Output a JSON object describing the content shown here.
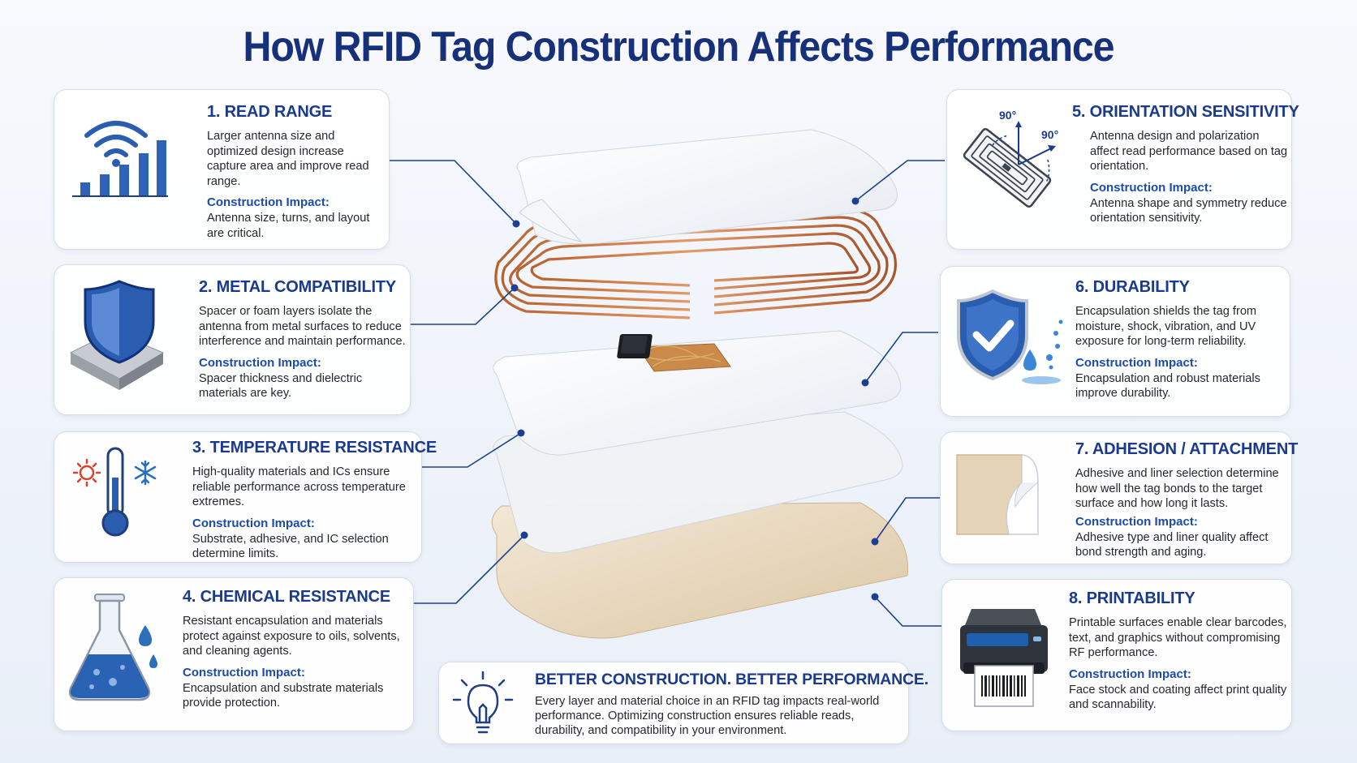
{
  "title": "How RFID Tag Construction Affects Performance",
  "impact_label": "Construction Impact:",
  "cards": [
    {
      "heading": "1. READ RANGE",
      "body": "Larger antenna size and optimized design increase capture area and improve read range.",
      "impact": "Antenna size, turns, and layout are critical.",
      "icon": "signal-bars-icon"
    },
    {
      "heading": "2. METAL COMPATIBILITY",
      "body": "Spacer or foam layers isolate the antenna from metal surfaces to reduce interference and maintain performance.",
      "impact": "Spacer thickness and dielectric materials are key.",
      "icon": "shield-on-metal-icon"
    },
    {
      "heading": "3. TEMPERATURE RESISTANCE",
      "body": "High-quality materials and ICs ensure reliable performance across temperature extremes.",
      "impact": "Substrate, adhesive, and IC selection determine limits.",
      "icon": "thermometer-icon"
    },
    {
      "heading": "4. CHEMICAL RESISTANCE",
      "body": "Resistant encapsulation and materials protect against exposure to oils, solvents, and cleaning agents.",
      "impact": "Encapsulation and substrate materials provide protection.",
      "icon": "flask-icon"
    },
    {
      "heading": "5. ORIENTATION SENSITIVITY",
      "body": "Antenna design and polarization affect read performance based on tag orientation.",
      "impact": "Antenna shape and symmetry reduce orientation sensitivity.",
      "icon": "rotating-tag-icon",
      "angle_labels": [
        "90°",
        "90°"
      ]
    },
    {
      "heading": "6. DURABILITY",
      "body": "Encapsulation shields the tag from moisture, shock, vibration, and UV exposure for long-term reliability.",
      "impact": "Encapsulation and robust materials improve durability.",
      "icon": "shield-check-icon"
    },
    {
      "heading": "7. ADHESION / ATTACHMENT",
      "body": "Adhesive and liner selection determine how well the tag bonds to the target surface and how long it lasts.",
      "impact": "Adhesive type and liner quality affect bond strength and aging.",
      "icon": "peeling-label-icon"
    },
    {
      "heading": "8. PRINTABILITY",
      "body": "Printable surfaces enable clear barcodes, text, and graphics without compromising RF performance.",
      "impact": "Face stock and coating affect print quality and scannability.",
      "icon": "printer-icon"
    }
  ],
  "bottom": {
    "heading": "BETTER CONSTRUCTION. BETTER PERFORMANCE.",
    "body": "Every layer and material choice in an RFID tag impacts real-world performance. Optimizing construction ensures reliable reads, durability, and compatibility in your environment.",
    "icon": "lightbulb-icon"
  },
  "colors": {
    "title": "#17307a",
    "heading": "#1a3a8c",
    "impact": "#1c4ba8",
    "icon_blue": "#2a5db0",
    "copper": "#c0703e",
    "liner": "#e8d9c0"
  }
}
